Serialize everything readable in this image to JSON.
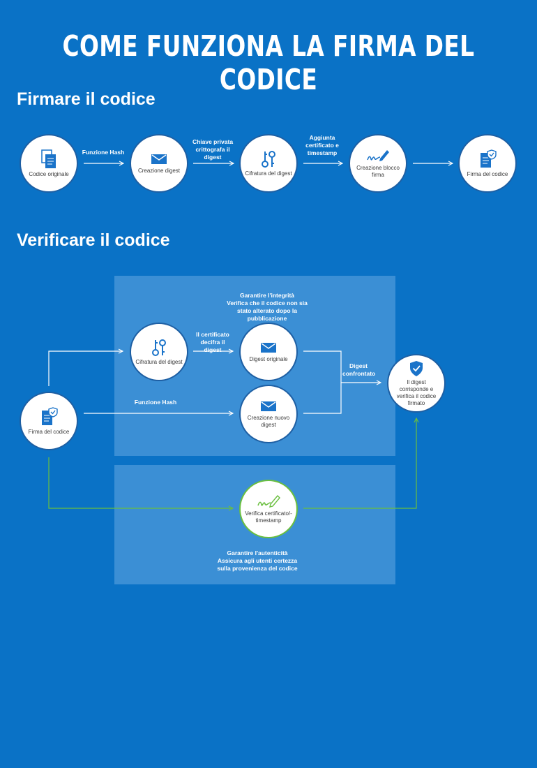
{
  "title": "COME FUNZIONA LA FIRMA DEL CODICE",
  "sign_section": {
    "heading": "Firmare il codice",
    "nodes": [
      {
        "label": "Codice originale",
        "icon": "documents-icon"
      },
      {
        "label": "Creazione digest",
        "icon": "envelope-icon"
      },
      {
        "label": "Cifratura del digest",
        "icon": "keys-icon"
      },
      {
        "label": "Creazione blocco firma",
        "icon": "signature-pen-icon"
      },
      {
        "label": "Firma del codice",
        "icon": "signed-document-icon"
      }
    ],
    "arrows": [
      "Funzione Hash",
      "Chiave privata crittografa il digest",
      "Aggiunta certificato e timestamp",
      ""
    ]
  },
  "verify_section": {
    "heading": "Verificare il codice",
    "integrity": {
      "title": "Garantire l'integrità",
      "desc": "Verifica che il codice non sia stato alterato dopo la pubblicazione"
    },
    "authenticity": {
      "title": "Garantire l'autenticità",
      "desc": "Assicura agli utenti certezza sulla provenienza del codice"
    },
    "nodes": {
      "start": {
        "label": "Firma del codice",
        "icon": "signed-document-icon"
      },
      "decrypt": {
        "label": "Cifratura del digest",
        "icon": "keys-icon"
      },
      "original_digest": {
        "label": "Digest originale",
        "icon": "envelope-icon"
      },
      "new_digest": {
        "label": "Creazione nuovo digest",
        "icon": "envelope-icon"
      },
      "cert_check": {
        "label": "Verifica certificato/-timestamp",
        "icon": "signature-pen-icon"
      },
      "result": {
        "label": "Il digest corrisponde e verifica il codice firmato",
        "icon": "shield-check-icon"
      }
    },
    "arrows": {
      "cert_decrypts": "Il certificato decifra il digest",
      "hash_function": "Funzione Hash",
      "digest_compared": "Digest confrontato"
    }
  },
  "colors": {
    "background": "#0a72c6",
    "panel": "#3b8fd5",
    "icon": "#1a73c9",
    "green": "#6abf3f",
    "node_border": "#1e5fa3"
  }
}
